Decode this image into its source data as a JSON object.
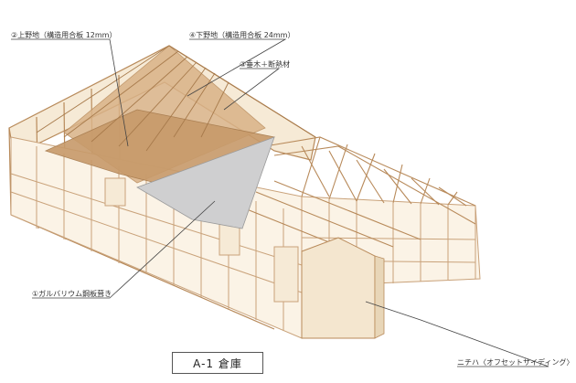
{
  "labels": {
    "upper_sheathing": "②上野地（構造用合板 12mm）",
    "lower_sheathing": "④下野地（構造用合板 24mm）",
    "rafter_insulation": "③垂木＋断熱材",
    "roofing": "①ガルバリウム鋼板葺き",
    "siding": "ニチハ〈オフセットサイディング〉"
  },
  "caption": "A-1 倉庫",
  "colors": {
    "wood_light": "#f3e3c8",
    "wood_line": "#b88a5a",
    "roof_board": "#d4a676",
    "roof_board_dark": "#c18f5f",
    "metal_roof": "#cfcfd0",
    "siding_wall": "#f4e6cf",
    "leader": "#444444"
  }
}
